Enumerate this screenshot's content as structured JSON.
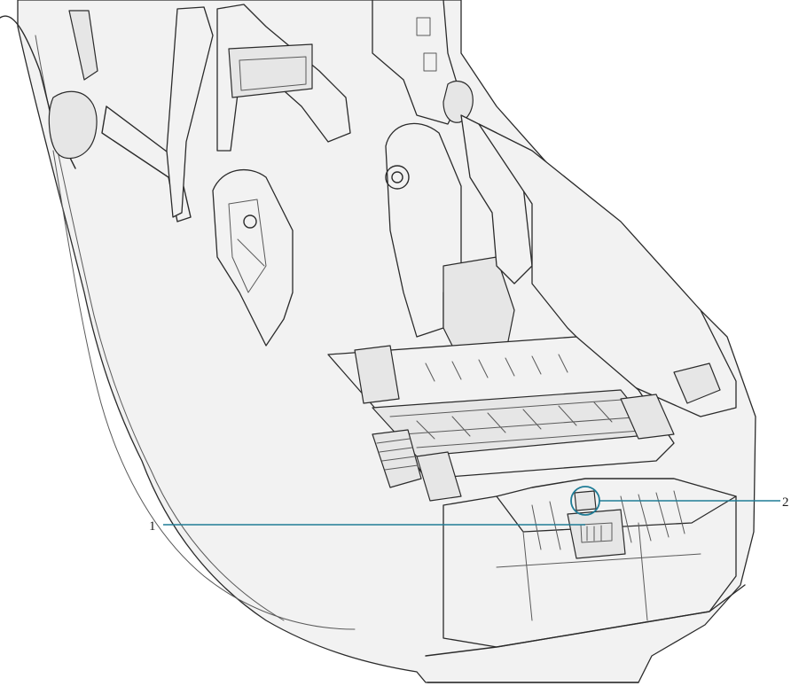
{
  "callouts": [
    {
      "id": "1",
      "label": "1"
    },
    {
      "id": "2",
      "label": "2"
    }
  ],
  "colors": {
    "callout": "#1f7c96",
    "outline": "#2b2b2b",
    "background": "#ffffff"
  }
}
